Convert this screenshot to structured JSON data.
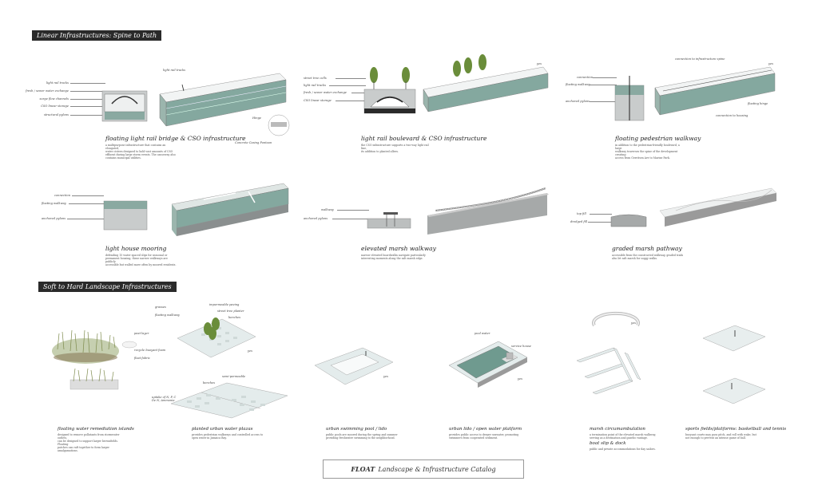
{
  "sections": {
    "linear": "Linear Infrastructures: Spine to Path",
    "soft": "Soft to Hard Landscape Infrastructures"
  },
  "items": {
    "rail_bridge": {
      "title": "floating light rail bridge & CSO infrastructure",
      "desc": "a multipurpose infrastructure that contains an elongated,\nwater cistern designed to hold vast amounts of CSO\neffluent during large storm events. The causeway also\ncontains municipal utilities.",
      "labels": [
        "light rail tracks",
        "fresh / sewer water exchange",
        "surge flow channels",
        "CSO linear storage",
        "structural pylons"
      ],
      "label_top": "light rail tracks",
      "hinge": "Hinge",
      "pontoon": "Concrete Casing Pontoon"
    },
    "boulevard": {
      "title": "light rail boulevard & CSO infrastructure",
      "desc": "the CSO infrastructure supports a two-way light rail line,\nits addition to planted allees.",
      "labels": [
        "street tree cells",
        "light rail tracks",
        "fresh / sewer water exchange",
        "CSO linear storage"
      ],
      "yes": "yes"
    },
    "pedestrian": {
      "title": "floating pedestrian walkway",
      "desc": "in addition to the pedestrian-friendly boulevard, a large\nwalkway traverses the spine of the development creating\naccess from Gerritsen Ave to Marine Park.",
      "labels": [
        "connection",
        "floating walkway",
        "anchored pylons"
      ],
      "spine": "connection to infrastructure spine",
      "hinge": "floating hinge",
      "housing": "connection to housing",
      "yes": "yes"
    },
    "mooring": {
      "title": "light house mooring",
      "desc": "defending 15 water spaced slips for seasonal or\npermanent housing, these narrow walkways are publicly\naccessible but walled more often by moored residents.",
      "labels": [
        "connection",
        "floating walkway",
        "anchored pylons"
      ]
    },
    "marsh_walk": {
      "title": "elevated marsh walkway",
      "desc": "narrow elevated boardwalks navigate particularly\ninteresting moments along the salt marsh edge.",
      "labels": [
        "walkway",
        "anchored pylons"
      ]
    },
    "marsh_path": {
      "title": "graded marsh pathway",
      "desc": "accessible from the constructed walkway, graded trails\nalso let salt marsh for soggy walks.",
      "labels": [
        "top fill",
        "dredged fill"
      ]
    },
    "islands": {
      "title": "floating water remediation islands",
      "desc": "designed to remove pollutants from stormwater outlets,\ncan be designed to support larger brownfields. Floating\npatches can raft together to form larger amalgamations.",
      "labels": [
        "peat layer",
        "recycle buoyant foam",
        "float fabric"
      ],
      "uptake": "uptake of N, P, C\nDe N, Ammonia",
      "top_labels": [
        "grasses",
        "floating walkway"
      ]
    },
    "plazas": {
      "title": "planted urban water plazas",
      "desc": "provides pedestrian walkways and controlled access to\nopen water in Jamaica Bay.",
      "labels": [
        "impermeable paving",
        "street tree planter",
        "benches",
        "semi-permeable",
        "benches"
      ],
      "yes": "yes"
    },
    "pool": {
      "title": "urban swimming pool / lido",
      "desc": "public pools are moored during the spring and summer\nproviding freshwater swimming to the neighborhood.",
      "yes": "yes"
    },
    "lido": {
      "title": "urban lido / open water platform",
      "desc": "provides public access to deeper seawater, promoting\nswimmers from cooperated sediment.",
      "labels": [
        "pool water",
        "service house"
      ],
      "yes": "yes"
    },
    "circum": {
      "title": "marsh circumambulation",
      "desc": "a termination point of the elevated marsh walkway,\nserving as a destination and gazebo vantage.",
      "yes": "yes"
    },
    "boat": {
      "title": "boat slip & dock",
      "desc": "public and private accommodations for day sailors."
    },
    "sports": {
      "title": "sports fields/platforms: basketball and tennis",
      "desc": "buoyant courts may pass pitch, and roll with wake, but\nnot enough to prevent an intense game of ball."
    }
  },
  "catalog": {
    "brand": "FLOAT",
    "rest": "Landscape & Infrastructure Catalog"
  },
  "colors": {
    "water": "#6f9a8f",
    "deck": "#e8ecec",
    "grey": "#9a9a9a",
    "dark": "#2a2a2a",
    "grass": "#7d8a4c",
    "tree": "#6a8d3a"
  }
}
